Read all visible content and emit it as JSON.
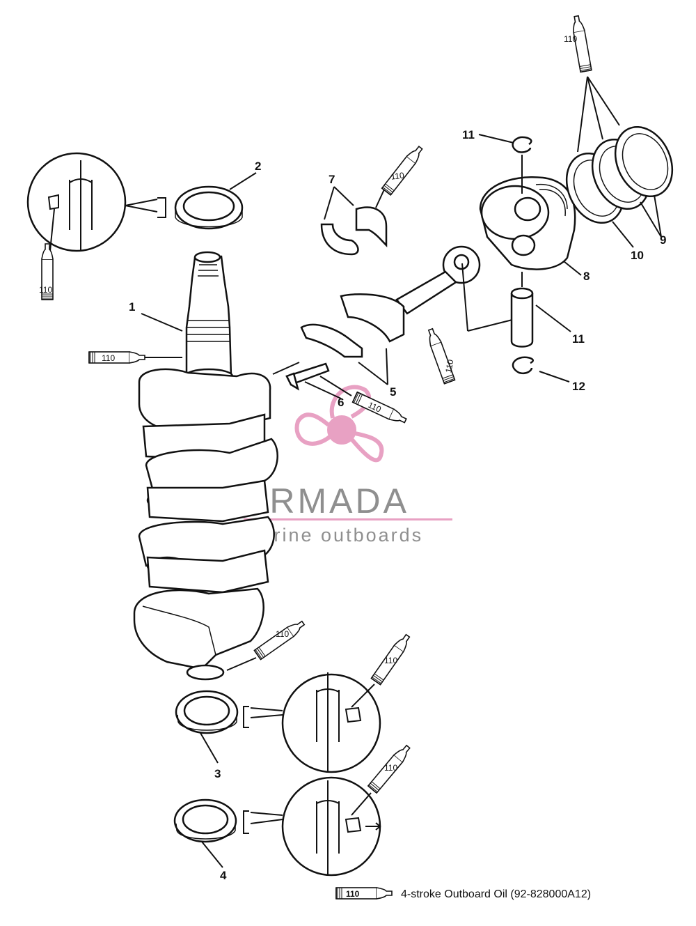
{
  "callouts": {
    "c1": "1",
    "c2": "2",
    "c3": "3",
    "c4": "4",
    "c5": "5",
    "c6": "6",
    "c7": "7",
    "c8": "8",
    "c9": "9",
    "c10": "10",
    "c11a": "11",
    "c11b": "11",
    "c12": "12"
  },
  "lubricant": {
    "code": "110",
    "legend_text": "4-stroke Outboard Oil (92-828000A12)"
  },
  "watermark": {
    "brand": "ARMADA",
    "tagline": "marine outboards",
    "accent_color": "#e79cc0",
    "text_color": "#8a8a8a"
  }
}
